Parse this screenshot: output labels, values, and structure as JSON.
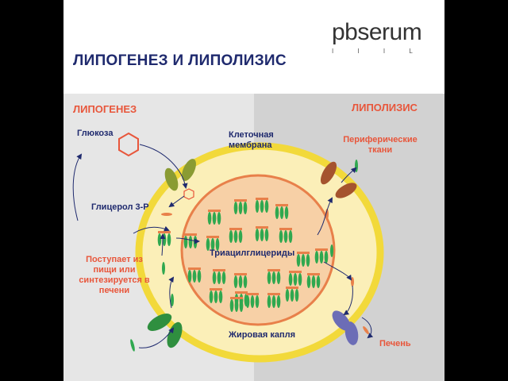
{
  "title": "ЛИПОГЕНЕЗ И ЛИПОЛИЗИС",
  "logo": {
    "name": "pbserum",
    "sub": "I I I L"
  },
  "sections": {
    "left": "ЛИПОГЕНЕЗ",
    "right": "ЛИПОЛИЗИС"
  },
  "labels": {
    "glucose": "Глюкоза",
    "membrane": "Клеточная мембрана",
    "peripheral": "Периферические ткани",
    "glycerol": "Глицерол 3-Р",
    "source": "Поступает из пищи или синтезируется в печени",
    "triacylglycerols": "Триацилглицериды",
    "fat_droplet": "Жировая капля",
    "liver": "Печень"
  },
  "colors": {
    "title": "#1f2a6e",
    "accent": "#e8563b",
    "cell_fill": "#fbefb8",
    "cell_border": "#f2d93a",
    "droplet_fill": "#f7d0a6",
    "droplet_border": "#e8804a",
    "molecule_green": "#2fa84f",
    "arrow": "#1f2a6e"
  }
}
